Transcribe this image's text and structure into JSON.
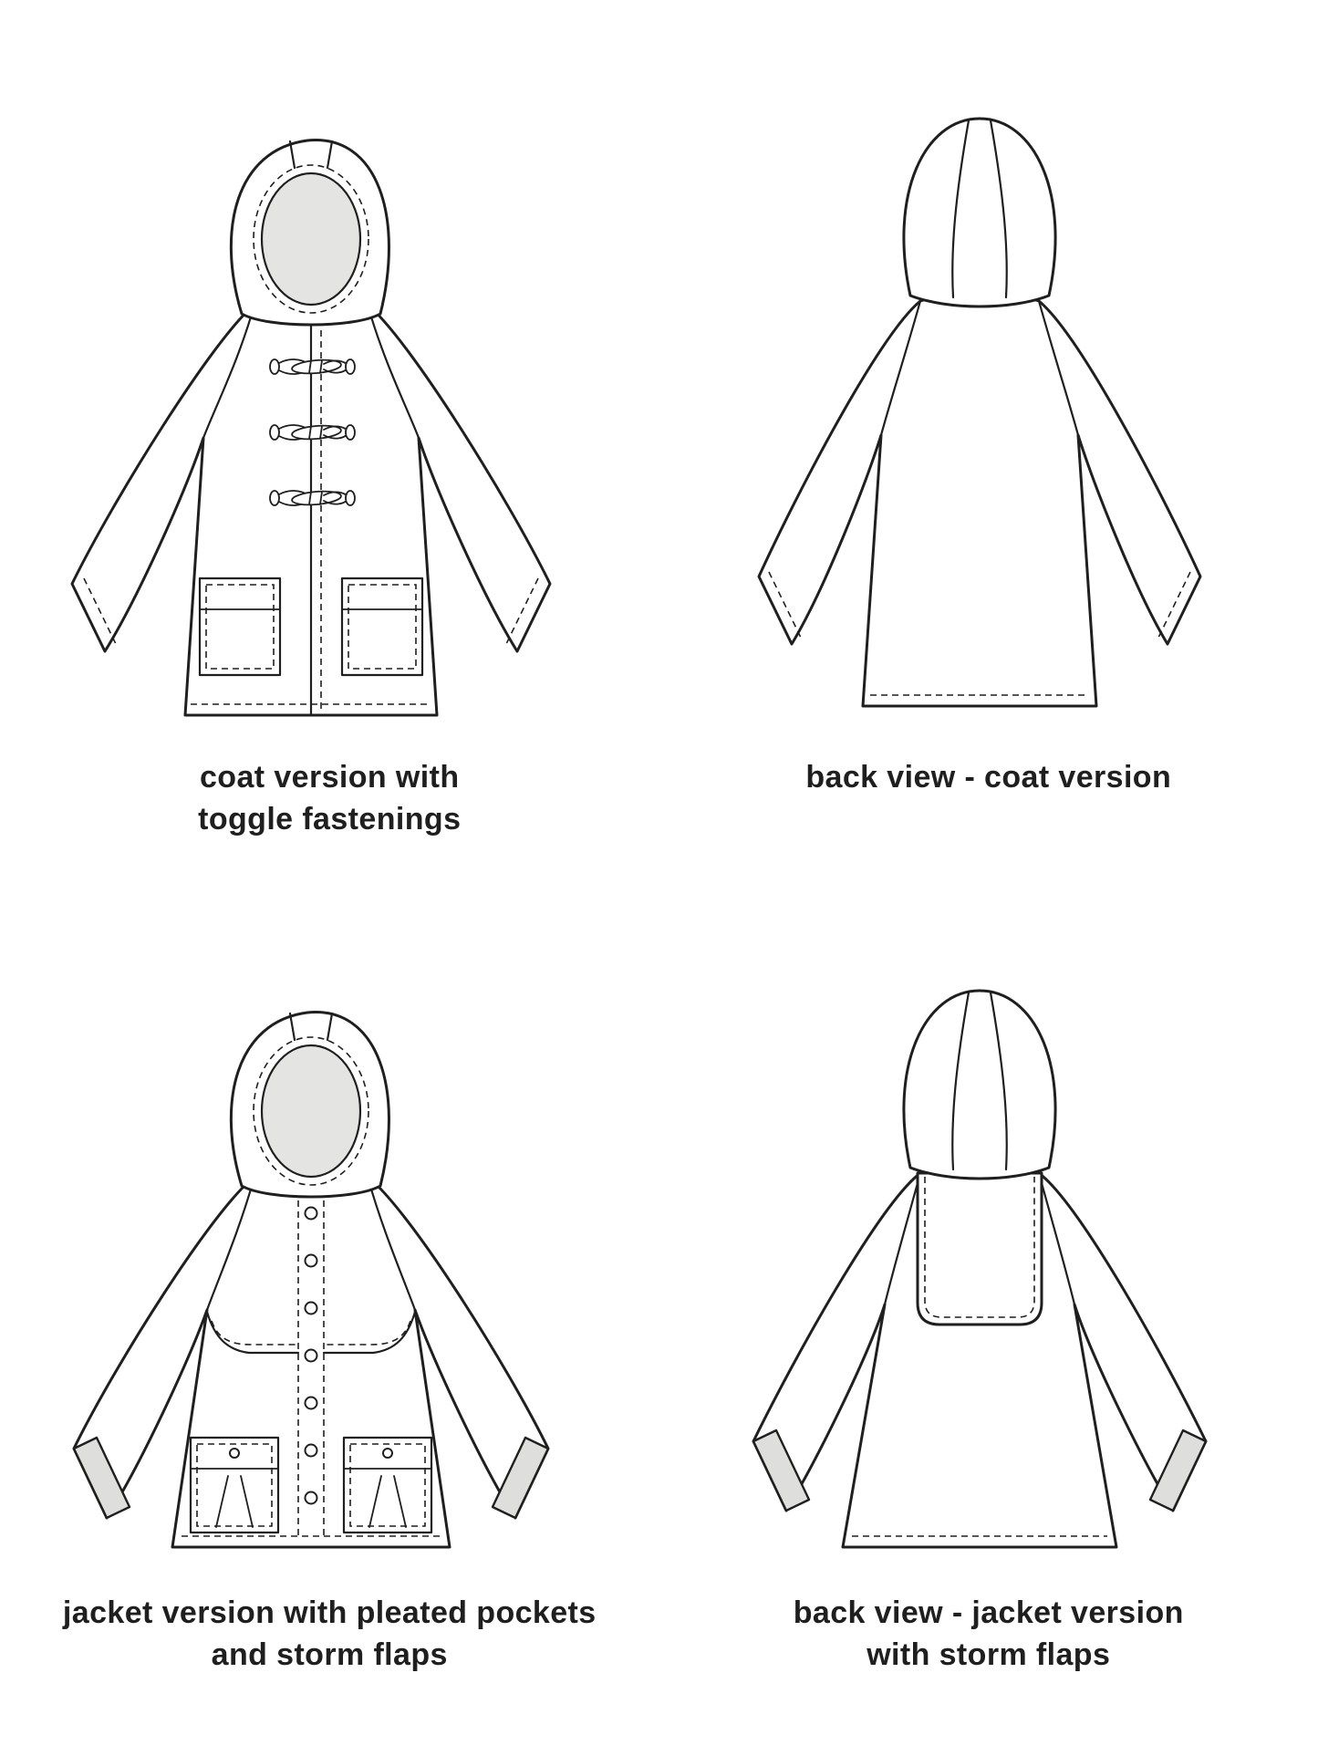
{
  "page": {
    "background": "#ffffff",
    "line_color": "#1f1f1f",
    "shade_color": "#e4e4e2",
    "cuff_color": "#dededc",
    "description": "technical flat sketches of a hooded coat and jacket sewing pattern, front and back views"
  },
  "figures": [
    {
      "name": "coat-front",
      "caption": [
        "coat version with",
        "toggle fastenings"
      ]
    },
    {
      "name": "coat-back",
      "caption": [
        "back view - coat version"
      ]
    },
    {
      "name": "jacket-front",
      "caption": [
        "jacket version with pleated pockets",
        "and storm flaps"
      ]
    },
    {
      "name": "jacket-back",
      "caption": [
        "back view - jacket version",
        "with storm flaps"
      ]
    }
  ]
}
